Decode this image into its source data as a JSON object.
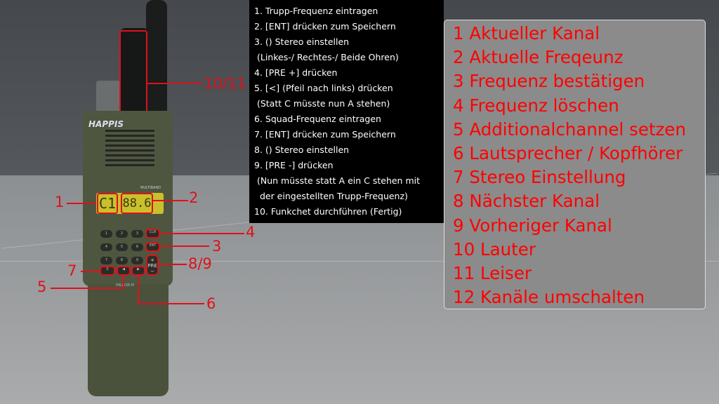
{
  "radio": {
    "brand": "HAPPIS",
    "model_label": "MULTIBAND",
    "footer_label": "FALCON III",
    "channel": "C1",
    "frequency": "88.6",
    "pre_label": "PRE",
    "keys": [
      "1",
      "2",
      "3",
      "CLR",
      "4",
      "5",
      "6",
      "ENT",
      "7",
      "8",
      "9",
      "0",
      "◀",
      "▶"
    ]
  },
  "callouts": [
    "1",
    "2",
    "3",
    "4",
    "5",
    "6",
    "7",
    "8/9",
    "10/11"
  ],
  "steps": [
    "1. Trupp-Frequenz eintragen",
    "2. [ENT] drücken zum Speichern",
    "3. () Stereo einstellen",
    " (Linkes-/ Rechtes-/ Beide Ohren)",
    "4. [PRE +] drücken",
    "5. [<] (Pfeil nach links) drücken",
    " (Statt C müsste nun A stehen)",
    "6. Squad-Frequenz eintragen",
    "7. [ENT] drücken zum Speichern",
    "8. () Stereo einstellen",
    "9. [PRE -] drücken",
    " (Nun müsste statt A ein C stehen mit",
    "  der eingestellten Trupp-Frequenz)",
    "10. Funkchet durchführen (Fertig)"
  ],
  "legend": [
    "1 Aktueller Kanal",
    "2 Aktuelle Freqeunz",
    "3 Frequenz bestätigen",
    "4 Frequenz löschen",
    "5 Additionalchannel setzen",
    "6 Lautsprecher / Kopfhörer",
    "7 Stereo Einstellung",
    "8 Nächster Kanal",
    "9 Vorheriger Kanal",
    "10 Lauter",
    "11 Leiser",
    "12 Kanäle umschalten"
  ],
  "colors": {
    "annotation": "#e0101a",
    "legend_text": "#ff0000",
    "legend_bg": "#8b8b8b"
  }
}
